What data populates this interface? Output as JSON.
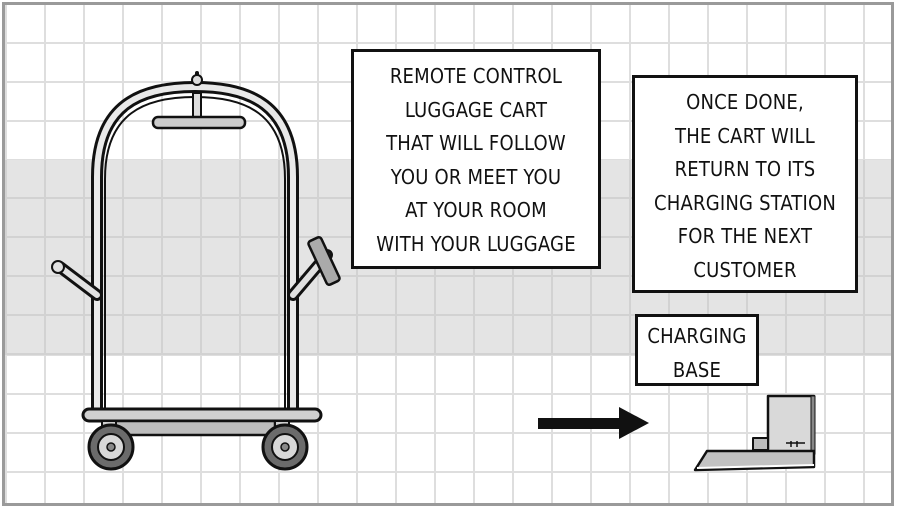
{
  "panel": {
    "captions": {
      "remote_control": [
        "REMOTE CONTROL",
        "LUGGAGE CART",
        "THAT WILL FOLLOW",
        "YOU OR MEET YOU",
        "AT YOUR ROOM",
        "WITH YOUR LUGGAGE"
      ],
      "once_done": [
        "ONCE DONE,",
        "THE CART WILL",
        "RETURN TO ITS",
        "CHARGING STATION",
        "FOR THE NEXT",
        "CUSTOMER"
      ],
      "charging_base": [
        "CHARGING",
        "BASE"
      ]
    },
    "icons": {
      "cart": "luggage-cart-illustration",
      "arrow": "right-arrow",
      "station": "charging-station-illustration"
    },
    "colors": {
      "background": "#ffffff",
      "grid": "#dedede",
      "band": "#e4e4e4",
      "ink": "#111111"
    }
  }
}
